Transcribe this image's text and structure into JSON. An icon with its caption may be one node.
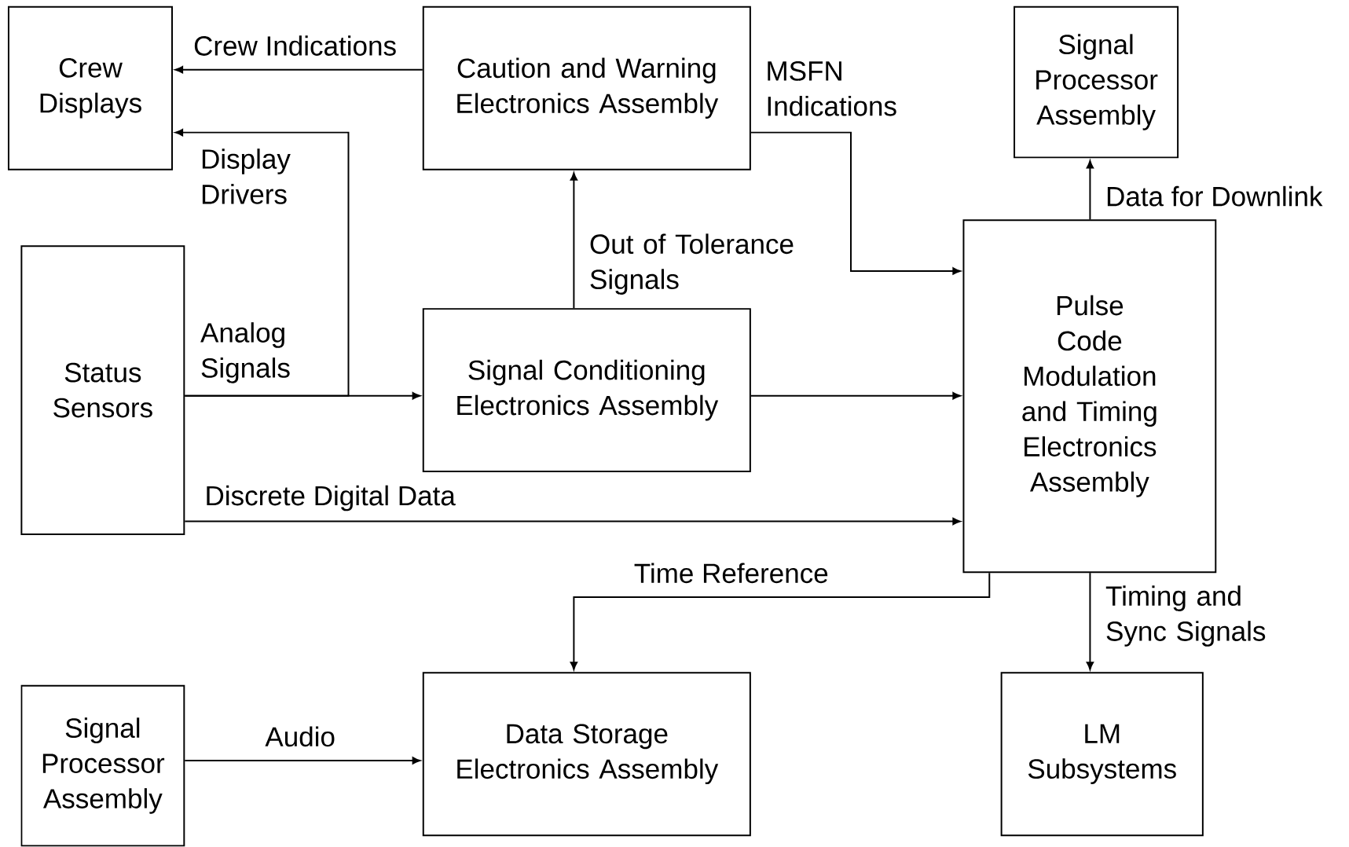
{
  "diagram": {
    "nodes": [
      {
        "text": [
          "Crew Displays"
        ]
      },
      {
        "text": [
          "Caution and Warning Electronics Assembly"
        ]
      },
      {
        "text": [
          "Signal Processor Assembly"
        ]
      },
      {
        "text": [
          "Status Sensors"
        ]
      },
      {
        "text": [
          "Signal Conditioning Electronics Assembly"
        ]
      },
      {
        "text": [
          "Pulse Code Modulation and Timing Electronics Assembly"
        ]
      },
      {
        "text": [
          "Signal Processor Assembly"
        ]
      },
      {
        "text": [
          "Data Storage Electronics Assembly"
        ]
      },
      {
        "text": [
          "LM Subsystems"
        ]
      }
    ],
    "edges": [
      {
        "from": 1,
        "to": 0,
        "arrow": "to",
        "label": "Crew Indications"
      },
      {
        "from": 3,
        "to": 0,
        "arrow": "to",
        "label": "Display Drivers"
      },
      {
        "from": 3,
        "to": 4,
        "arrow": "to",
        "label": "Analog Signals"
      },
      {
        "from": 4,
        "to": 1,
        "arrow": "to",
        "label": "Out of Tolerance Signals"
      },
      {
        "from": 1,
        "to": 5,
        "arrow": "to",
        "label": "MSFN Indications"
      },
      {
        "from": 4,
        "to": 5,
        "arrow": "to"
      },
      {
        "from": 3,
        "to": 5,
        "arrow": "to",
        "label": "Discrete Digital Data"
      },
      {
        "from": 5,
        "to": 2,
        "arrow": "to",
        "label": "Data for Downlink"
      },
      {
        "from": 5,
        "to": 7,
        "arrow": "to",
        "label": "Time Reference"
      },
      {
        "from": 5,
        "to": 8,
        "arrow": "to",
        "label": "Timing and Sync Signals"
      },
      {
        "from": 6,
        "to": 7,
        "arrow": "to",
        "label": "Audio"
      }
    ]
  }
}
